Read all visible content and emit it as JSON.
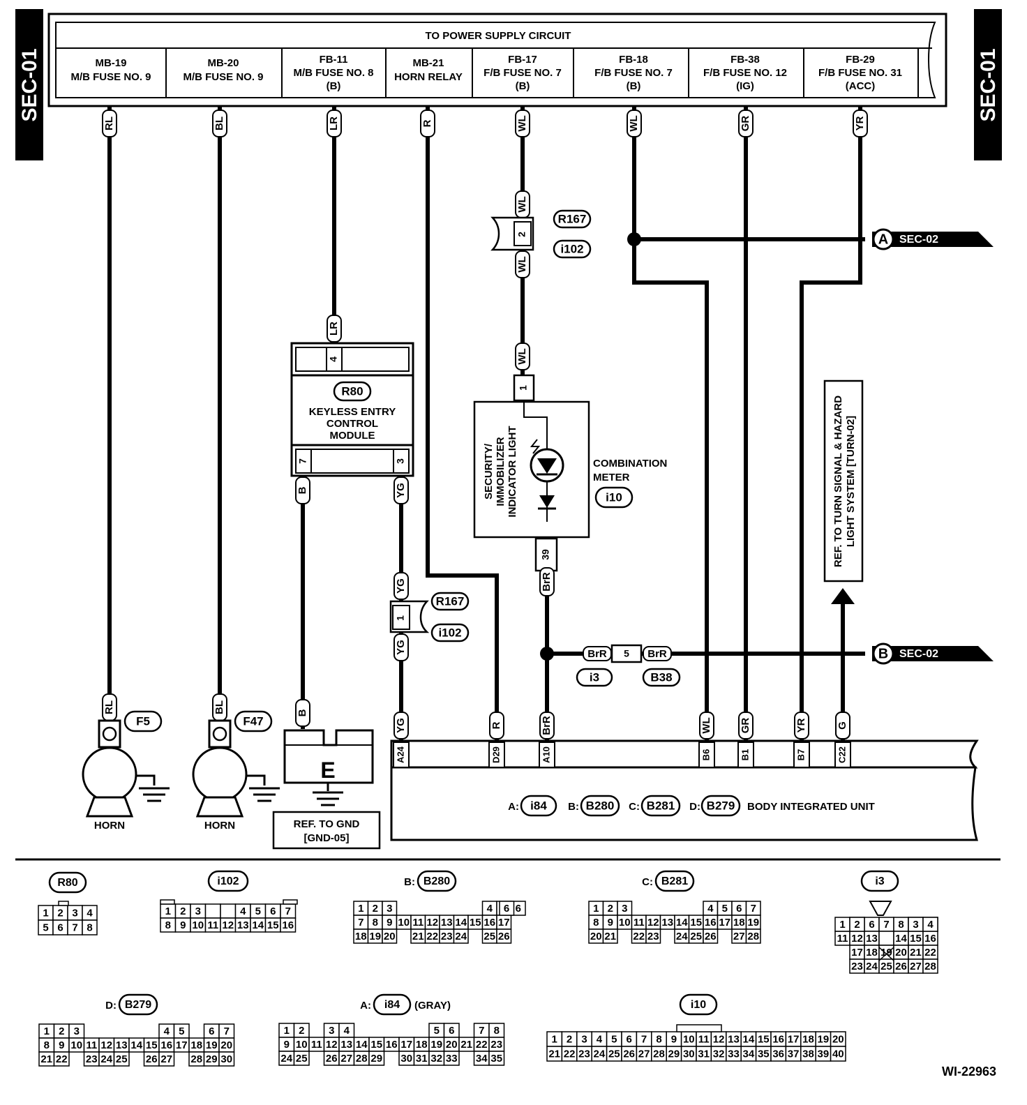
{
  "sheet": {
    "page_tag": "SEC-01",
    "drawing_number": "WI-22963"
  },
  "power_supply": {
    "title": "TO POWER SUPPLY CIRCUIT",
    "fuses": [
      {
        "l1": "MB-19",
        "l2": "M/B FUSE NO. 9",
        "l3": ""
      },
      {
        "l1": "MB-20",
        "l2": "M/B FUSE NO. 9",
        "l3": ""
      },
      {
        "l1": "FB-11",
        "l2": "M/B FUSE NO. 8",
        "l3": "(B)"
      },
      {
        "l1": "MB-21",
        "l2": "HORN RELAY",
        "l3": ""
      },
      {
        "l1": "FB-17",
        "l2": "F/B FUSE NO. 7",
        "l3": "(B)"
      },
      {
        "l1": "FB-18",
        "l2": "F/B FUSE NO. 7",
        "l3": "(B)"
      },
      {
        "l1": "FB-38",
        "l2": "F/B FUSE NO. 12",
        "l3": "(IG)"
      },
      {
        "l1": "FB-29",
        "l2": "F/B FUSE NO. 31",
        "l3": "(ACC)"
      }
    ]
  },
  "wire_colors": {
    "w1": "RL",
    "w2": "BL",
    "w3": "LR",
    "w4": "R",
    "w5": "WL",
    "w6": "WL",
    "w7": "GR",
    "w8": "YR",
    "b": "B",
    "yg": "YG",
    "brr": "BrR",
    "g": "G"
  },
  "connectors": {
    "r167": "R167",
    "i102": "i102",
    "r80": "R80",
    "i10": "i10",
    "i3": "i3",
    "b38": "B38",
    "f5": "F5",
    "f47": "F47",
    "i84": "i84",
    "b280": "B280",
    "b281": "B281",
    "b279": "B279"
  },
  "pins": {
    "i102_wl": "2",
    "i102_yg": "1",
    "r80_lr": "4",
    "r80_b": "7",
    "r80_yg": "3",
    "meter_in": "1",
    "meter_out": "39",
    "i3_b38": "5"
  },
  "components": {
    "keyless_l1": "KEYLESS ENTRY",
    "keyless_l2": "CONTROL",
    "keyless_l3": "MODULE",
    "light_l1": "SECURITY/",
    "light_l2": "IMMOBILIZER",
    "light_l3": "INDICATOR LIGHT",
    "meter_l1": "COMBINATION",
    "meter_l2": "METER",
    "horn": "HORN",
    "ground_letter": "E",
    "gnd_ref_l1": "REF. TO GND",
    "gnd_ref_l2": "[GND-05]",
    "turn_ref_l1": "REF. TO TURN SIGNAL & HAZARD",
    "turn_ref_l2": "LIGHT SYSTEM [TURN-02]",
    "biu": "BODY INTEGRATED UNIT"
  },
  "offpage": {
    "a": {
      "letter": "A",
      "target": "SEC-02"
    },
    "b": {
      "letter": "B",
      "target": "SEC-02"
    }
  },
  "biu_prefixes": {
    "a": "A:",
    "b": "B:",
    "c": "C:",
    "d": "D:"
  },
  "biu_pins": [
    "A24",
    "D29",
    "A10",
    "B6",
    "B1",
    "B7",
    "C22"
  ],
  "views": {
    "r80": {
      "prefix": "",
      "code": "R80",
      "suffix": ""
    },
    "i102": {
      "prefix": "",
      "code": "i102",
      "suffix": ""
    },
    "b280": {
      "prefix": "B:",
      "code": "B280",
      "suffix": ""
    },
    "b281": {
      "prefix": "C:",
      "code": "B281",
      "suffix": ""
    },
    "i3": {
      "prefix": "",
      "code": "i3",
      "suffix": ""
    },
    "b279": {
      "prefix": "D:",
      "code": "B279",
      "suffix": ""
    },
    "i84": {
      "prefix": "A:",
      "code": "i84",
      "suffix": "(GRAY)"
    },
    "i10": {
      "prefix": "",
      "code": "i10",
      "suffix": ""
    }
  }
}
